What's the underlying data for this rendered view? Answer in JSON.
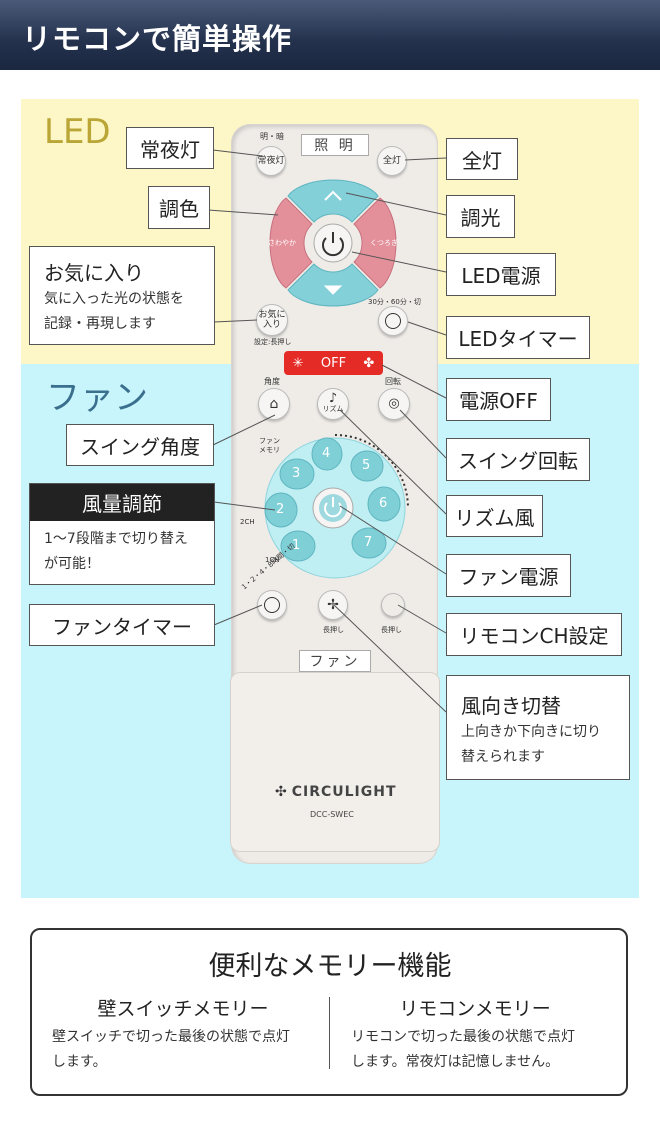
{
  "header": {
    "title": "リモコンで簡単操作"
  },
  "sections": {
    "led": "LED",
    "fan": "ファン"
  },
  "callouts": {
    "night_light": "常夜灯",
    "color": "調色",
    "favorite_title": "お気に入り",
    "favorite_desc_1": "気に入った光の状態を",
    "favorite_desc_2": "記録・再現します",
    "full_light": "全灯",
    "dimming": "調光",
    "led_power": "LED電源",
    "led_timer": "LEDタイマー",
    "power_off": "電源OFF",
    "swing_angle": "スイング角度",
    "swing_rotation": "スイング回転",
    "airflow_title": "風量調節",
    "airflow_desc_1": "1〜7段階まで切り替え",
    "airflow_desc_2": "が可能！",
    "rhythm_wind": "リズム風",
    "fan_power": "ファン電源",
    "fan_timer": "ファンタイマー",
    "remote_ch": "リモコンCH設定",
    "wind_dir_title": "風向き切替",
    "wind_dir_desc_1": "上向きか下向きに切り",
    "wind_dir_desc_2": "替えられます"
  },
  "remote": {
    "lighting_label": "照 明",
    "bright_dark": "明・暗",
    "night_light_btn": "常夜灯",
    "full_light_btn": "全灯",
    "warm_btn": "さわやか",
    "cool_btn": "くつろぎ",
    "favorite_btn_1": "お気に",
    "favorite_btn_2": "入り",
    "favorite_sub": "設定:長押し",
    "timer_sub": "30分・60分・切",
    "off_btn": "OFF",
    "angle_label": "角度",
    "rotation_label": "回転",
    "rhythm_btn": "リズム",
    "fan_memory_1": "ファン",
    "fan_memory_2": "メモリ",
    "speeds": [
      "1",
      "2",
      "3",
      "4",
      "5",
      "6",
      "7"
    ],
    "ch2": "2CH",
    "ch1": "1CH",
    "fan_timer_sub": "1・2・4・8時間・切",
    "long_press_1": "長押し",
    "long_press_2": "長押し",
    "fan_label": "ファン",
    "brand": "CIRCULIGHT",
    "model": "DCC-SWEC"
  },
  "memory": {
    "title": "便利なメモリー機能",
    "wall_title": "壁スイッチメモリー",
    "wall_desc_1": "壁スイッチで切った最後の状態で点灯",
    "wall_desc_2": "します。",
    "remote_title": "リモコンメモリー",
    "remote_desc_1": "リモコンで切った最後の状態で点灯",
    "remote_desc_2": "します。常夜灯は記憶しません。"
  },
  "colors": {
    "header": "#23314d",
    "led_bg": "#fdf6c6",
    "fan_bg": "#c8f4fb",
    "teal_button": "#7fcfd7",
    "pink_button": "#e48f9a",
    "red_off": "#e52b26"
  }
}
